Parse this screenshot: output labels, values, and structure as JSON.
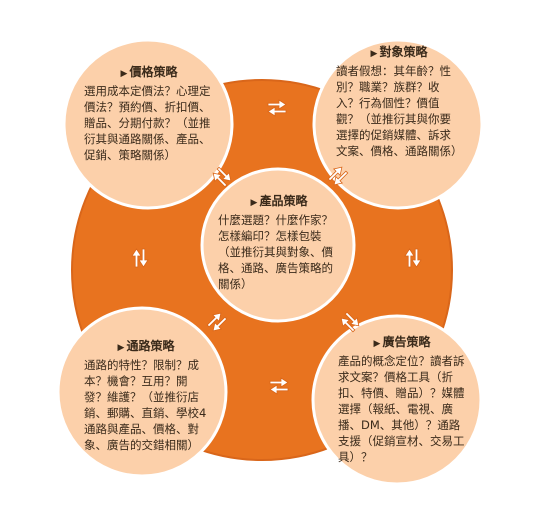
{
  "colors": {
    "ring": "#e8731f",
    "ring_edge": "#d9661a",
    "node_fill": "#fcd0aa",
    "node_edge": "#ffffff",
    "arrow_fill": "#ffffff",
    "arrow_stroke": "#d9661a"
  },
  "nodes": {
    "price": {
      "title": "價格策略",
      "body": "選用成本定價法？心理定價法？預約價、折扣價、贈品、分期付款？（並推衍其與通路關係、產品、促銷、策略關係）"
    },
    "target": {
      "title": "對象策略",
      "body": "讀者假想：其年齡？性別？職業？族群？收入？行為個性？價值觀？（並推衍其與你要選擇的促銷媒體、訴求文案、價格、通路關係）"
    },
    "product": {
      "title": "產品策略",
      "body": "什麼選題？什麼作家？怎樣編印？怎樣包裝（並推衍其與對象、價格、通路、廣告策略的關係）"
    },
    "channel": {
      "title": "通路策略",
      "body": "通路的特性？限制？成本？機會？互用？開發？維護？（並推衍店銷、郵購、直銷、學校4通路與產品、價格、對象、廣告的交錯相關）"
    },
    "advert": {
      "title": "廣告策略",
      "body": "產品的概念定位？讀者訴求文案？價格工具（折扣、特價、贈品）？媒體選擇（報紙、電視、廣播、DM、其他）？通路支援（促銷宣材、交易工具）？"
    }
  },
  "arrows": [
    {
      "name": "arrow-price-target",
      "icon": "double-arrow-horizontal-icon"
    },
    {
      "name": "arrow-price-channel",
      "icon": "double-arrow-vertical-icon"
    },
    {
      "name": "arrow-target-advert",
      "icon": "double-arrow-vertical-icon"
    },
    {
      "name": "arrow-channel-advert",
      "icon": "double-arrow-horizontal-icon"
    },
    {
      "name": "arrow-price-product",
      "icon": "double-arrow-diagonal-icon"
    },
    {
      "name": "arrow-target-product",
      "icon": "double-arrow-diagonal-icon"
    },
    {
      "name": "arrow-channel-product",
      "icon": "double-arrow-diagonal-icon"
    },
    {
      "name": "arrow-advert-product",
      "icon": "double-arrow-diagonal-icon"
    }
  ]
}
